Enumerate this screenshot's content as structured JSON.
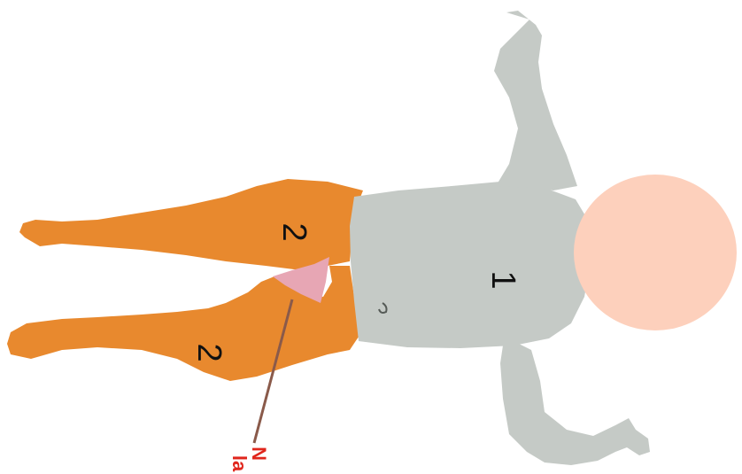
{
  "diagram": {
    "regions": [
      {
        "label": "1",
        "area": "torso-arms",
        "color": "#c5cac6"
      },
      {
        "label": "2",
        "area": "leg-upper",
        "color": "#e8892e"
      },
      {
        "label": "2",
        "area": "leg-lower",
        "color": "#e8892e"
      }
    ],
    "head_color": "#fdd0bc",
    "groin_color": "#e7a6b4",
    "callout_line_color": "#8a5a4a",
    "callout_text_color": "#e0261c",
    "callout_lines": [
      "N",
      "la"
    ]
  }
}
